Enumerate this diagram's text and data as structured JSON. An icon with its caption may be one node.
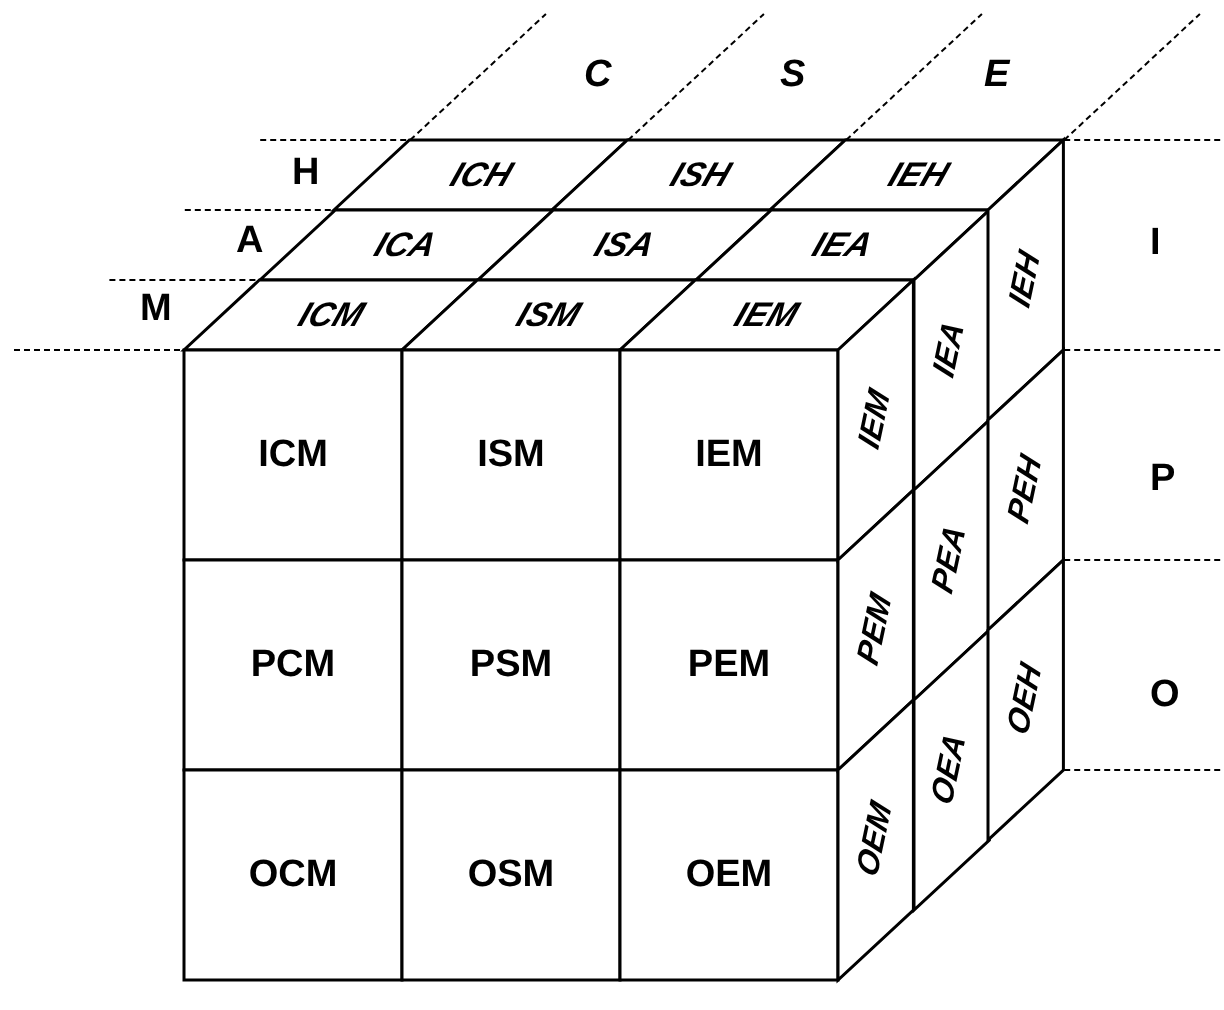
{
  "diagram": {
    "nodes": [
      {
        "text": [
          "ICH"
        ]
      },
      {
        "text": [
          "ISH"
        ]
      },
      {
        "text": [
          "IEH"
        ]
      },
      {
        "text": [
          "ICA"
        ]
      },
      {
        "text": [
          "ISA"
        ]
      },
      {
        "text": [
          "IEA"
        ]
      },
      {
        "text": [
          "ICM"
        ]
      },
      {
        "text": [
          "ISM"
        ]
      },
      {
        "text": [
          "IEM"
        ]
      },
      {
        "text": [
          "ICM"
        ]
      },
      {
        "text": [
          "ISM"
        ]
      },
      {
        "text": [
          "IEM"
        ]
      },
      {
        "text": [
          "PCM"
        ]
      },
      {
        "text": [
          "PSM"
        ]
      },
      {
        "text": [
          "PEM"
        ]
      },
      {
        "text": [
          "OCM"
        ]
      },
      {
        "text": [
          "OSM"
        ]
      },
      {
        "text": [
          "OEM"
        ]
      },
      {
        "text": [
          "IEM"
        ]
      },
      {
        "text": [
          "IEA"
        ]
      },
      {
        "text": [
          "IEH"
        ]
      },
      {
        "text": [
          "PEM"
        ]
      },
      {
        "text": [
          "PEA"
        ]
      },
      {
        "text": [
          "PEH"
        ]
      },
      {
        "text": [
          "OEM"
        ]
      },
      {
        "text": [
          "OEA"
        ]
      },
      {
        "text": [
          "OEH"
        ]
      }
    ],
    "edges": [],
    "labels": [
      "C",
      "S",
      "E",
      "H",
      "A",
      "I",
      "M",
      "P",
      "O"
    ]
  }
}
